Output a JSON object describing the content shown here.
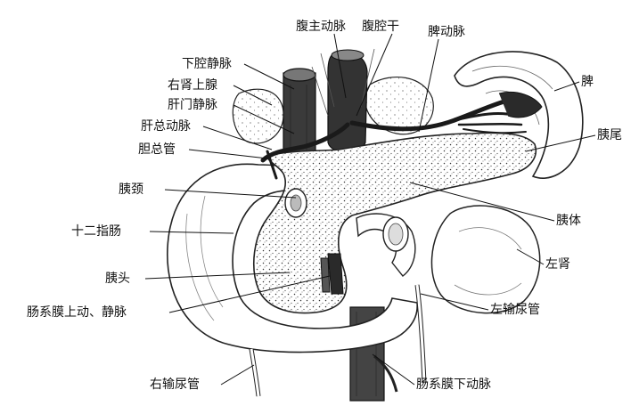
{
  "labels": {
    "abdominal_aorta": "腹主动脉",
    "celiac_trunk": "腹腔干",
    "splenic_artery": "脾动脉",
    "spleen": "脾",
    "ivc": "下腔静脉",
    "right_adrenal": "右肾上腺",
    "hepatic_portal_vein": "肝门静脉",
    "common_hepatic_artery": "肝总动脉",
    "common_bile_duct": "胆总管",
    "pancreatic_tail": "胰尾",
    "pancreatic_neck": "胰颈",
    "pancreatic_body": "胰体",
    "duodenum": "十二指肠",
    "left_kidney": "左肾",
    "pancreatic_head": "胰头",
    "superior_mesenteric_vessels": "肠系膜上动、静脉",
    "left_ureter": "左输尿管",
    "right_ureter": "右输尿管",
    "inferior_mesenteric_artery": "肠系膜下动脉"
  }
}
